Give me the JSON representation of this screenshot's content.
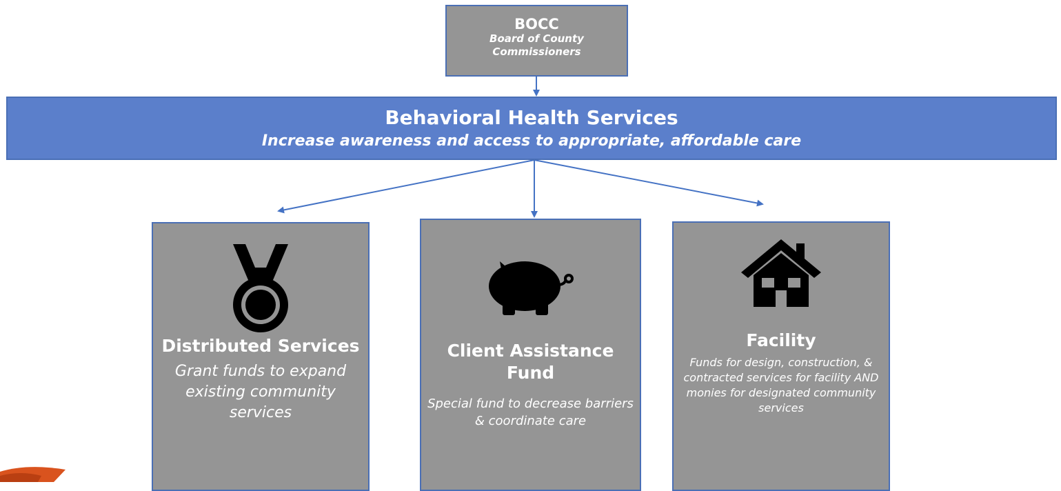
{
  "bocc": {
    "title": "BOCC",
    "subtitle": "Board of County Commissioners"
  },
  "bhs": {
    "title": "Behavioral Health Services",
    "subtitle": "Increase awareness and access to appropriate, affordable care"
  },
  "cards": [
    {
      "icon": "medal-icon",
      "title": "Distributed Services",
      "description": "Grant funds to expand existing community services"
    },
    {
      "icon": "piggy-bank-icon",
      "title": "Client Assistance Fund",
      "description": "Special fund to decrease barriers & coordinate care"
    },
    {
      "icon": "house-icon",
      "title": "Facility",
      "description": "Funds for design, construction, & contracted services for facility AND monies for designated community services"
    }
  ],
  "colors": {
    "box_gray": "#959595",
    "header_blue": "#5b7fcb",
    "border_blue": "#4a6fb5",
    "arrow_blue": "#4472c4",
    "swoosh_orange": "#d9531e"
  }
}
